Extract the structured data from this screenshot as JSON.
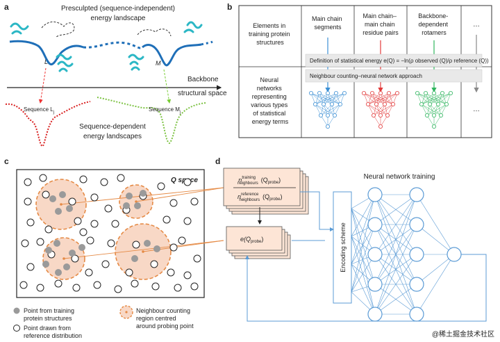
{
  "panel_a": {
    "label": "a",
    "title_line1": "Presculpted (sequence-independent)",
    "title_line2": "energy landscape",
    "marker_L": "L",
    "marker_M": "M",
    "axis_label_line1": "Backbone",
    "axis_label_line2": "structural space",
    "seq_L": "Sequence L",
    "seq_L_sub": "j",
    "seq_M": "Sequence M",
    "seq_M_sub": "j",
    "dep_line1": "Sequence-dependent",
    "dep_line2": "energy landscapes"
  },
  "panel_b": {
    "label": "b",
    "row1_label": [
      "Elements in",
      "training protein",
      "structures"
    ],
    "row2_label": [
      "Neural",
      "networks",
      "representing",
      "various types",
      "of statistical",
      "energy terms"
    ],
    "col1": [
      "Main chain",
      "segments"
    ],
    "col2": [
      "Main chain–",
      "main chain",
      "residue pairs"
    ],
    "col3": [
      "Backbone-",
      "dependent",
      "rotamers"
    ],
    "col4": "…",
    "row2_col4": "…",
    "definition_text": "Definition of statistical energy e(Q) = −ln(ρ observed (Q)/ρ reference (Q))",
    "method_text": "Neighbour counting–neural network approach",
    "colors": {
      "blue": "#3b8fd4",
      "red": "#e23a3a",
      "green": "#2fb55e",
      "gray": "#888888"
    }
  },
  "panel_c": {
    "label": "c",
    "space_label": "Q space",
    "legend_training": [
      "Point from training",
      "protein structures"
    ],
    "legend_reference": [
      "Point drawn from",
      "reference distribution"
    ],
    "legend_region": [
      "Neighbour counting",
      "region centred",
      "around probing point"
    ],
    "colors": {
      "region_fill": "#f8d8c6",
      "region_edge": "#e58a45",
      "training_point": "#9a9a9a"
    }
  },
  "panel_d": {
    "label": "d",
    "ratio_num": "n neighbours training (Q probe)",
    "ratio_num_main": "n",
    "ratio_num_sup": "training",
    "ratio_num_sub": "neighbours",
    "ratio_den_main": "n",
    "ratio_den_sup": "reference",
    "ratio_den_sub": "neighbours",
    "ratio_arg": "(Q",
    "ratio_arg_sub": "probe",
    "ratio_arg_close": ")",
    "energy_main": "e(Q",
    "energy_sub": "probe",
    "energy_close": ")",
    "encoding": "Encoding scheme",
    "training_title": "Neural network training",
    "layers": [
      5,
      5,
      1
    ],
    "colors": {
      "box_fill": "#fde5d6",
      "box_edge": "#555555",
      "net": "#5b9bd5"
    }
  },
  "watermark": "@稀土掘金技术社区"
}
